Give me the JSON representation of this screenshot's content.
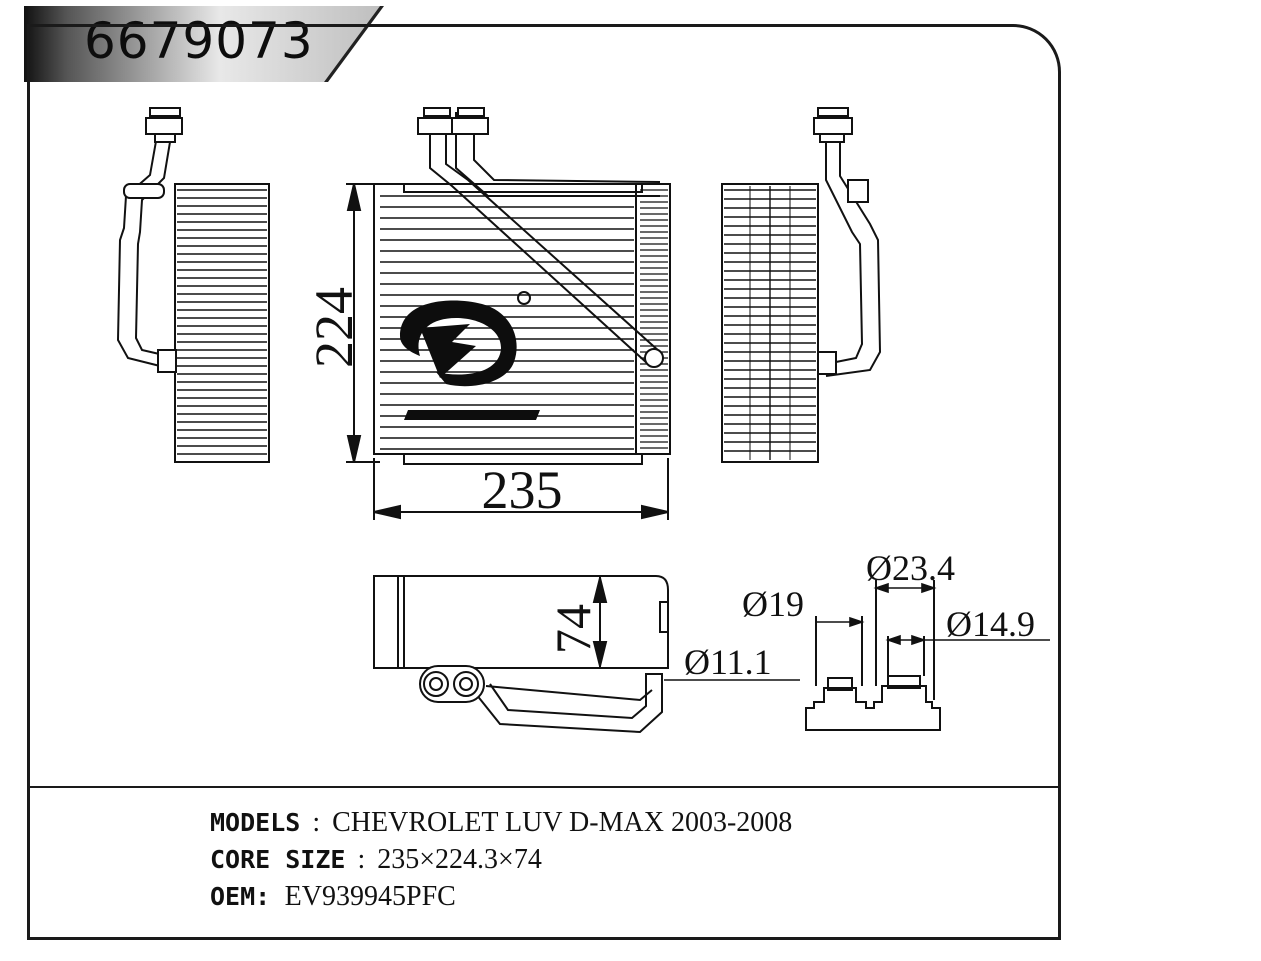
{
  "part_number": "6679073",
  "dimensions": {
    "width": "235",
    "height": "224",
    "depth": "74",
    "dia_outlet": "Ø23.4",
    "dia_inlet_outer": "Ø19",
    "dia_outlet_inner": "Ø14.9",
    "dia_inlet_inner": "Ø11.1"
  },
  "specs": {
    "models_label": "MODELS",
    "models_value": "CHEVROLET LUV D-MAX 2003-2008",
    "core_label": "CORE SIZE",
    "core_value": "235×224.3×74",
    "oem_label": "OEM:",
    "oem_value": "EV939945PFC",
    "separator": ":"
  },
  "colors": {
    "line": "#111111",
    "tag_dark": "#1a1a1a",
    "tag_light": "#d9d9d9"
  }
}
